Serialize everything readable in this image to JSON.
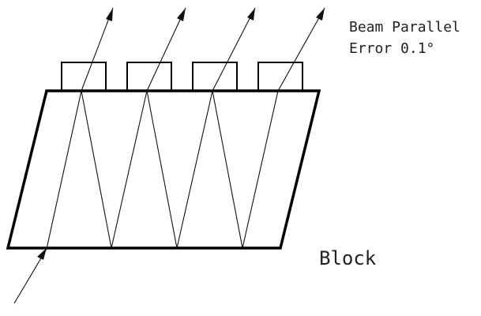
{
  "annotation": {
    "lines": [
      "Beam Parallel",
      "Error 0.1°"
    ]
  },
  "block_label": "Block",
  "colors": {
    "stroke": "#000000",
    "background": "#ffffff"
  }
}
